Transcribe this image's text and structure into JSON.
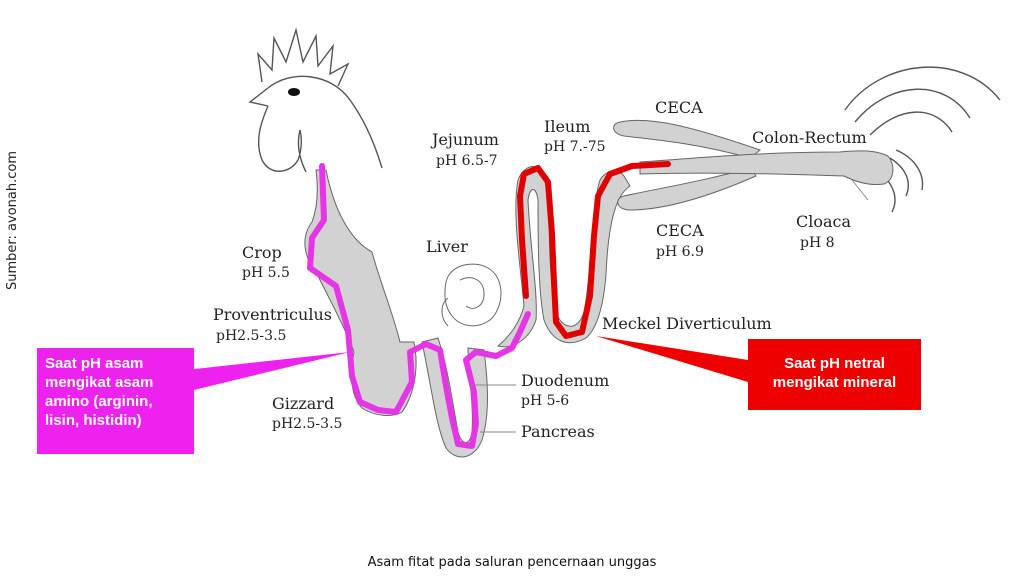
{
  "source_credit": "Sumber: avonah.com",
  "caption": "Asam fitat pada saluran pencernaan unggas",
  "organs": {
    "crop": {
      "name": "Crop",
      "ph": "pH 5.5"
    },
    "proventriculus": {
      "name": "Proventriculus",
      "ph": "pH2.5-3.5"
    },
    "gizzard": {
      "name": "Gizzard",
      "ph": "pH2.5-3.5"
    },
    "liver": {
      "name": "Liver"
    },
    "duodenum": {
      "name": "Duodenum",
      "ph": "pH 5-6"
    },
    "pancreas": {
      "name": "Pancreas"
    },
    "jejunum": {
      "name": "Jejunum",
      "ph": "pH 6.5-7"
    },
    "ileum": {
      "name": "Ileum",
      "ph": "pH 7.-75"
    },
    "meckel": {
      "name": "Meckel Diverticulum"
    },
    "ceca_top": {
      "name": "CECA"
    },
    "ceca_bottom": {
      "name": "CECA",
      "ph": "pH 6.9"
    },
    "colon": {
      "name": "Colon-Rectum"
    },
    "cloaca": {
      "name": "Cloaca",
      "ph": "pH 8"
    }
  },
  "callouts": {
    "acid": {
      "text": "Saat pH asam\nmengikat asam\namino (arginin,\nlisin, histidin)",
      "color": "#ee22ee"
    },
    "neutral": {
      "text": "Saat pH netral\nmengikat mineral",
      "color": "#ee0000"
    }
  },
  "colors": {
    "tract_fill": "#d2d2d2",
    "outline": "#666666",
    "magenta_trace": "#e535e5",
    "red_trace": "#e00000"
  }
}
